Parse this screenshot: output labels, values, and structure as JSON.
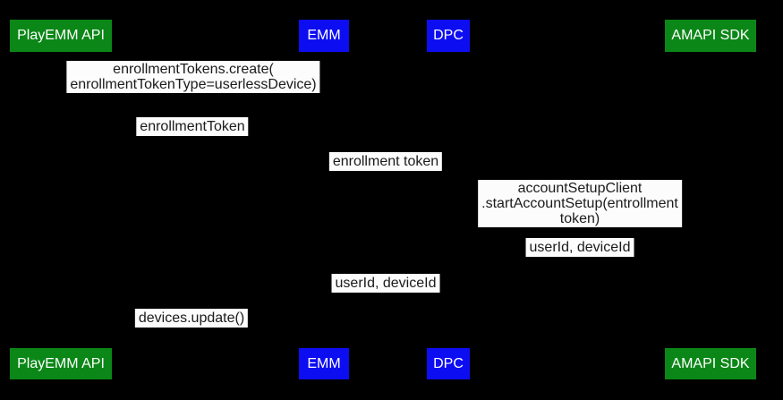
{
  "diagram": {
    "background": "#000000",
    "colors": {
      "actor_green": "#0b8717",
      "actor_blue": "#0d0df2",
      "actor_text": "#ffffff",
      "label_background": "#fcfcfc",
      "label_text": "#1b1b1b"
    },
    "actors": [
      {
        "label": "PlayEMM API",
        "color": "green"
      },
      {
        "label": "EMM",
        "color": "blue"
      },
      {
        "label": "DPC",
        "color": "blue"
      },
      {
        "label": "AMAPI SDK",
        "color": "green"
      }
    ],
    "messages": [
      {
        "text": "enrollmentTokens.create(\nenrollmentTokenType=userlessDevice)"
      },
      {
        "text": "enrollmentToken"
      },
      {
        "text": "enrollment token"
      },
      {
        "text": "accountSetupClient\n.startAccountSetup(entrollment token)"
      },
      {
        "text": "userId, deviceId"
      },
      {
        "text": "userId, deviceId"
      },
      {
        "text": "devices.update()"
      }
    ]
  }
}
